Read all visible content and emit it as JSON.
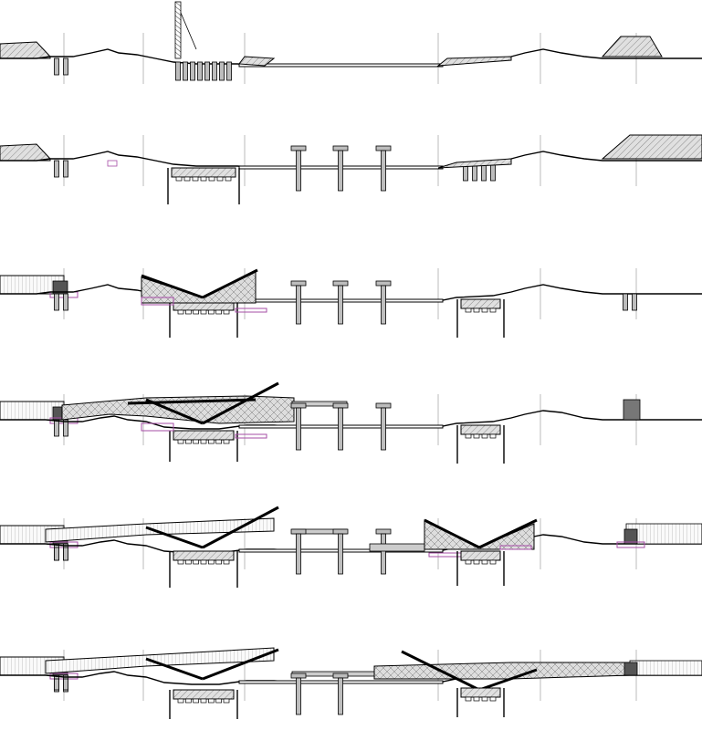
{
  "diagram": {
    "description_visible_text": [],
    "stage_count": 6,
    "stages": [
      {
        "id": 1
      },
      {
        "id": 2
      },
      {
        "id": 3
      },
      {
        "id": 4
      },
      {
        "id": 5
      },
      {
        "id": 6
      }
    ],
    "colors": {
      "line": "#000000",
      "hatch_fill": "#d9d9d9",
      "grid": "#aaaaaa",
      "accent": "#a64ca6",
      "background": "#ffffff"
    },
    "icons": [
      "pile-column",
      "crane",
      "cable-stay-arm",
      "embankment"
    ]
  }
}
